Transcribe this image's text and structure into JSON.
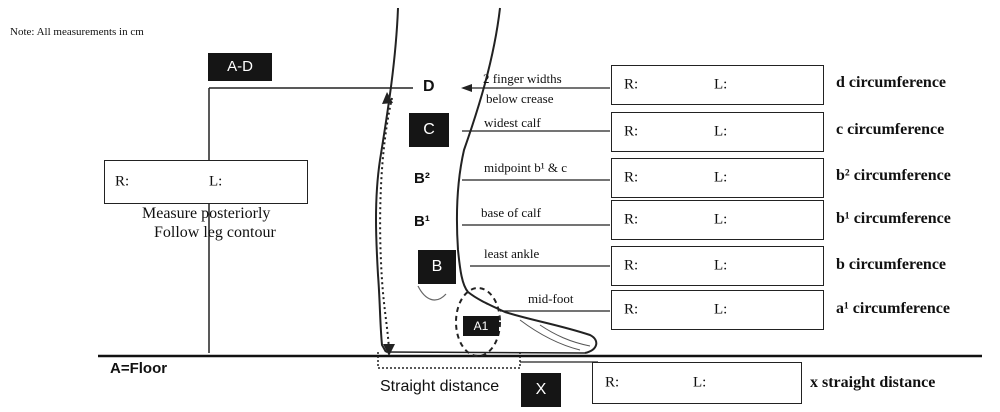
{
  "note": "Note: All measurements in cm",
  "labels": {
    "a_d": "A-D",
    "d": "D",
    "c": "C",
    "b2": "B²",
    "b1": "B¹",
    "b": "B",
    "a1": "A1",
    "x": "X",
    "floor": "A=Floor",
    "straight_distance": "Straight distance"
  },
  "posterior": {
    "r": "R:",
    "l": "L:",
    "line1": "Measure posteriorly",
    "line2": "Follow leg contour"
  },
  "levels": [
    {
      "desc1": "2 finger widths",
      "desc2": "below crease",
      "r": "R:",
      "l": "L:",
      "circ": "d circumference"
    },
    {
      "desc1": "widest calf",
      "desc2": "",
      "r": "R:",
      "l": "L:",
      "circ": "c circumference"
    },
    {
      "desc1": "midpoint b¹ & c",
      "desc2": "",
      "r": "R:",
      "l": "L:",
      "circ": "b² circumference"
    },
    {
      "desc1": "base of calf",
      "desc2": "",
      "r": "R:",
      "l": "L:",
      "circ": "b¹ circumference"
    },
    {
      "desc1": "least ankle",
      "desc2": "",
      "r": "R:",
      "l": "L:",
      "circ": "b circumference"
    },
    {
      "desc1": "mid-foot",
      "desc2": "",
      "r": "R:",
      "l": "L:",
      "circ": "a¹ circumference"
    }
  ],
  "x_row": {
    "r": "R:",
    "l": "L:",
    "label": "x straight distance"
  }
}
